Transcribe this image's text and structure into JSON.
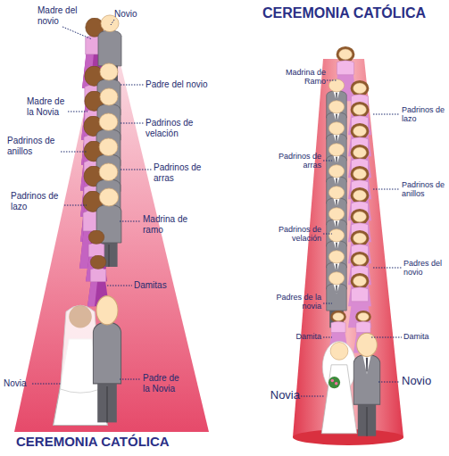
{
  "diagram": {
    "title": "CEREMONIA CATÓLICA",
    "labels": [
      "Madre del novio",
      "Novio",
      "Padre del novio",
      "Madre de la Novia",
      "Padrinos de velación",
      "Padrinos de anillos",
      "Padrinos de arras",
      "Padrinos de lazo",
      "Madrina de ramo",
      "Damitas",
      "Novia",
      "Padre de la Novia",
      "CEREMONIA CATÓLICA",
      "Madrina de Ramo",
      "Padrinos de lazo",
      "Padrinos de arras",
      "Padrinos de anillos",
      "Padrinos de velación",
      "Padres del novio",
      "Padres de la novia",
      "Damita",
      "Damita",
      "Novia",
      "Novio"
    ]
  }
}
